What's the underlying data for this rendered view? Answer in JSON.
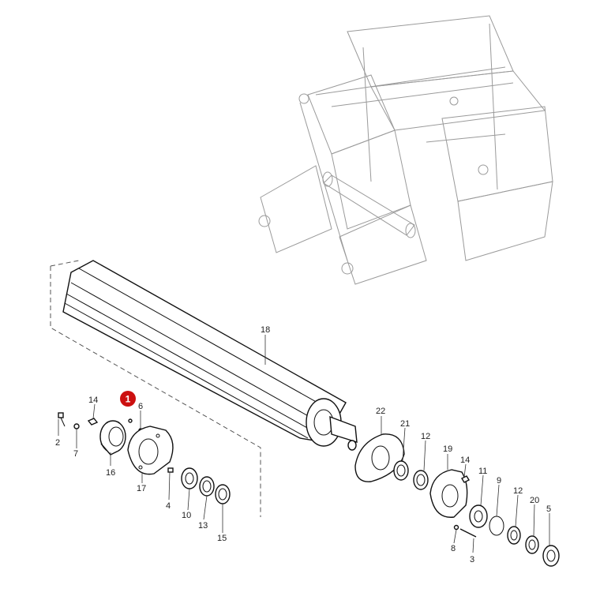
{
  "diagram": {
    "highlight": {
      "label": "1",
      "color": "#cc1010"
    },
    "callouts": [
      "18",
      "14",
      "6",
      "2",
      "7",
      "16",
      "17",
      "4",
      "10",
      "13",
      "15",
      "22",
      "21",
      "12",
      "19",
      "14",
      "11",
      "9",
      "12",
      "20",
      "5",
      "8",
      "3"
    ]
  }
}
